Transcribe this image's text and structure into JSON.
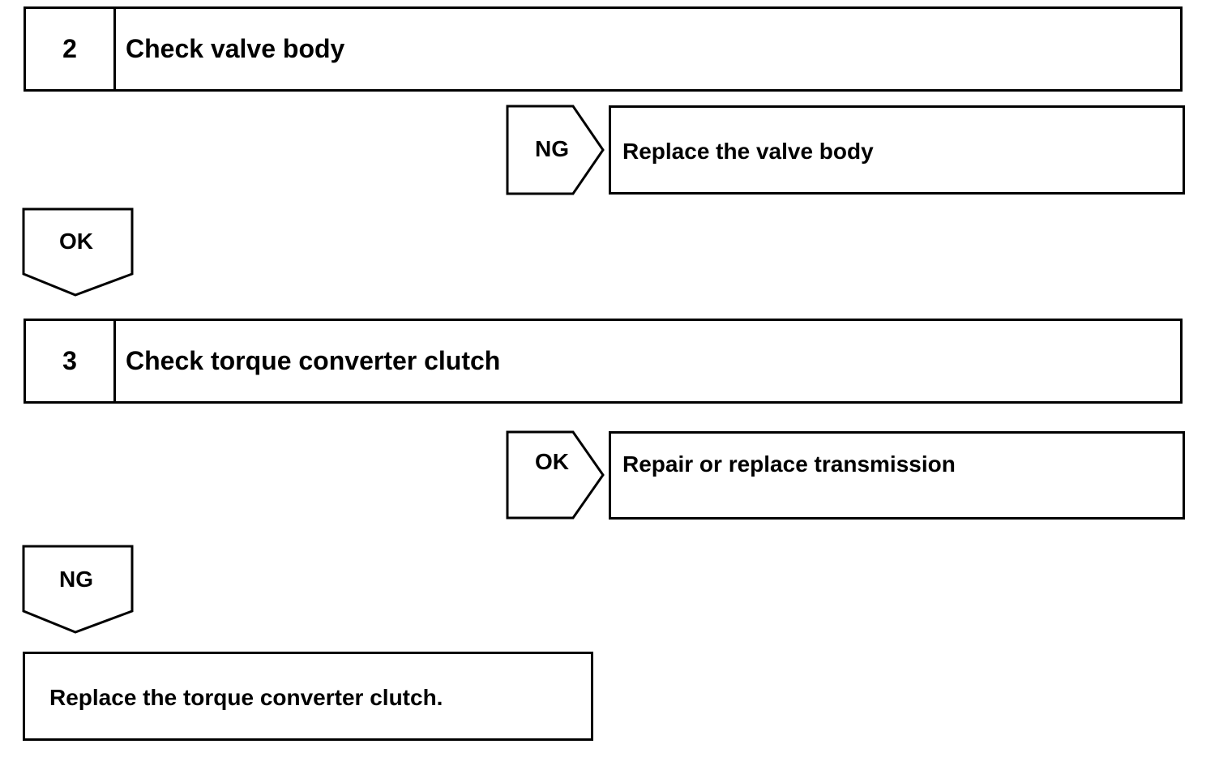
{
  "steps": [
    {
      "number": "2",
      "title": "Check valve body"
    },
    {
      "number": "3",
      "title": "Check torque converter clutch"
    }
  ],
  "branches": {
    "step2_side": {
      "label": "NG",
      "result": "Replace the valve body"
    },
    "step2_down": {
      "label": "OK"
    },
    "step3_side": {
      "label": "OK",
      "result": "Repair or replace transmission"
    },
    "step3_down": {
      "label": "NG",
      "result": "Replace the torque converter clutch."
    }
  }
}
